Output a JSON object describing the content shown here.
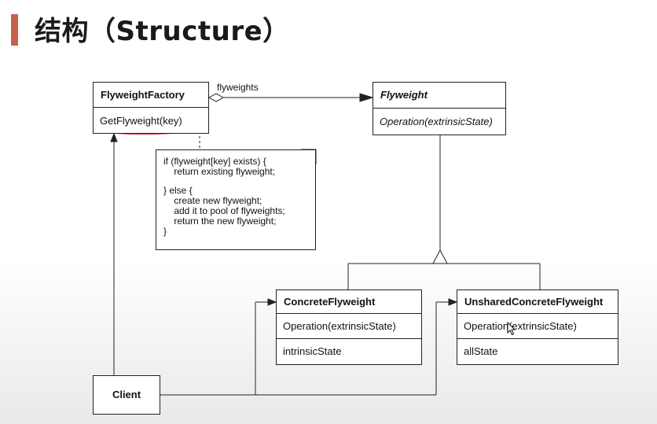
{
  "page": {
    "title": "结构（Structure）"
  },
  "classes": {
    "flyweight_factory": {
      "name": "FlyweightFactory",
      "operation": "GetFlyweight(key)"
    },
    "flyweight": {
      "name": "Flyweight",
      "operation": "Operation(extrinsicState)"
    },
    "concrete_flyweight": {
      "name": "ConcreteFlyweight",
      "operation": "Operation(extrinsicState)",
      "attribute": "intrinsicState"
    },
    "unshared_concrete_flyweight": {
      "name": "UnsharedConcreteFlyweight",
      "operation": "Operation(extrinsicState)",
      "attribute": "allState"
    },
    "client": {
      "name": "Client"
    }
  },
  "associations": {
    "flyweights_label": "flyweights"
  },
  "note": {
    "lines": [
      "if (flyweight[key] exists) {",
      "    return existing flyweight;",
      "",
      "} else {",
      "    create new flyweight;",
      "    add it to pool of flyweights;",
      "    return the new flyweight;",
      "}"
    ]
  },
  "colors": {
    "accent_bar": "#c9604a",
    "annotation_red": "#d8455a",
    "line": "#222222"
  }
}
